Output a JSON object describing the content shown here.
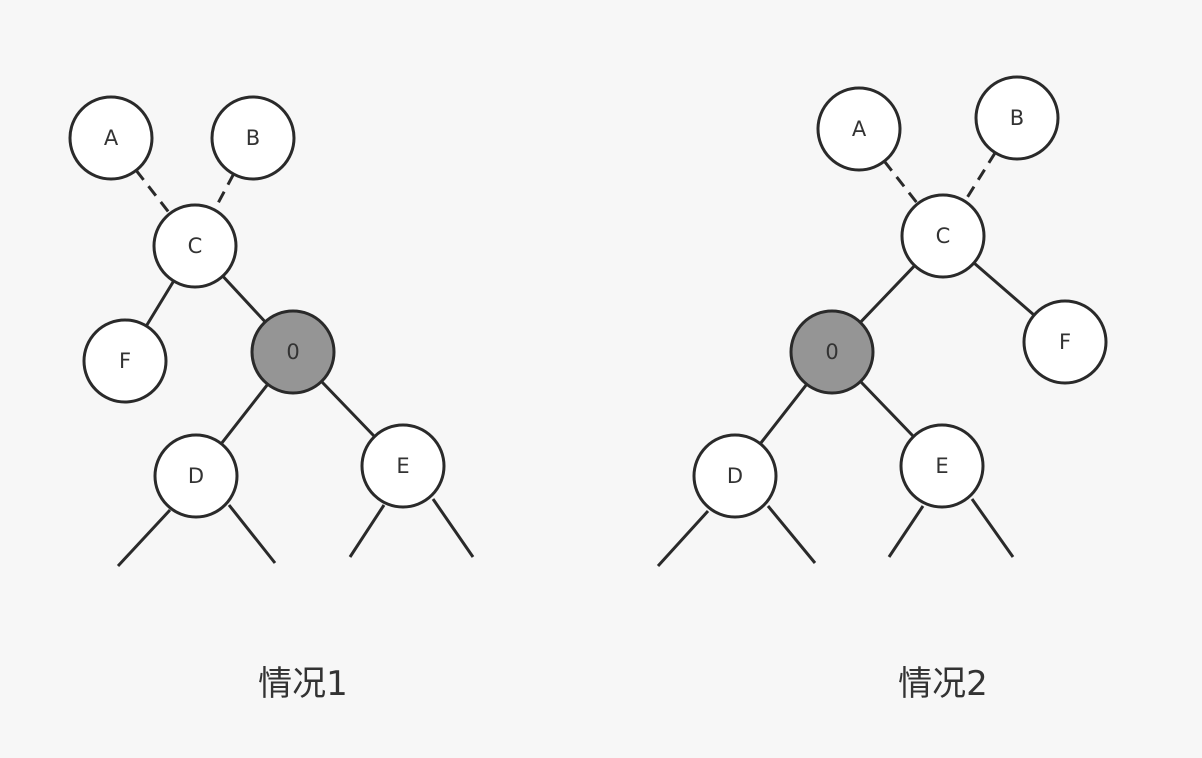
{
  "diagrams": [
    {
      "caption": "情况1",
      "highlight_color": "#959595",
      "nodes": [
        {
          "id": "A",
          "label": "A",
          "highlight": false
        },
        {
          "id": "B",
          "label": "B",
          "highlight": false
        },
        {
          "id": "C",
          "label": "C",
          "highlight": false
        },
        {
          "id": "F",
          "label": "F",
          "highlight": false
        },
        {
          "id": "0",
          "label": "0",
          "highlight": true
        },
        {
          "id": "D",
          "label": "D",
          "highlight": false
        },
        {
          "id": "E",
          "label": "E",
          "highlight": false
        }
      ],
      "edges": [
        {
          "from": "A",
          "to": "C",
          "style": "dashed"
        },
        {
          "from": "B",
          "to": "C",
          "style": "dashed"
        },
        {
          "from": "C",
          "to": "F",
          "style": "solid"
        },
        {
          "from": "C",
          "to": "0",
          "style": "solid"
        },
        {
          "from": "0",
          "to": "D",
          "style": "solid"
        },
        {
          "from": "0",
          "to": "E",
          "style": "solid"
        }
      ]
    },
    {
      "caption": "情况2",
      "highlight_color": "#959595",
      "nodes": [
        {
          "id": "A",
          "label": "A",
          "highlight": false
        },
        {
          "id": "B",
          "label": "B",
          "highlight": false
        },
        {
          "id": "C",
          "label": "C",
          "highlight": false
        },
        {
          "id": "F",
          "label": "F",
          "highlight": false
        },
        {
          "id": "0",
          "label": "0",
          "highlight": true
        },
        {
          "id": "D",
          "label": "D",
          "highlight": false
        },
        {
          "id": "E",
          "label": "E",
          "highlight": false
        }
      ],
      "edges": [
        {
          "from": "A",
          "to": "C",
          "style": "dashed"
        },
        {
          "from": "B",
          "to": "C",
          "style": "dashed"
        },
        {
          "from": "C",
          "to": "F",
          "style": "solid"
        },
        {
          "from": "C",
          "to": "0",
          "style": "solid"
        },
        {
          "from": "0",
          "to": "D",
          "style": "solid"
        },
        {
          "from": "0",
          "to": "E",
          "style": "solid"
        }
      ]
    }
  ]
}
